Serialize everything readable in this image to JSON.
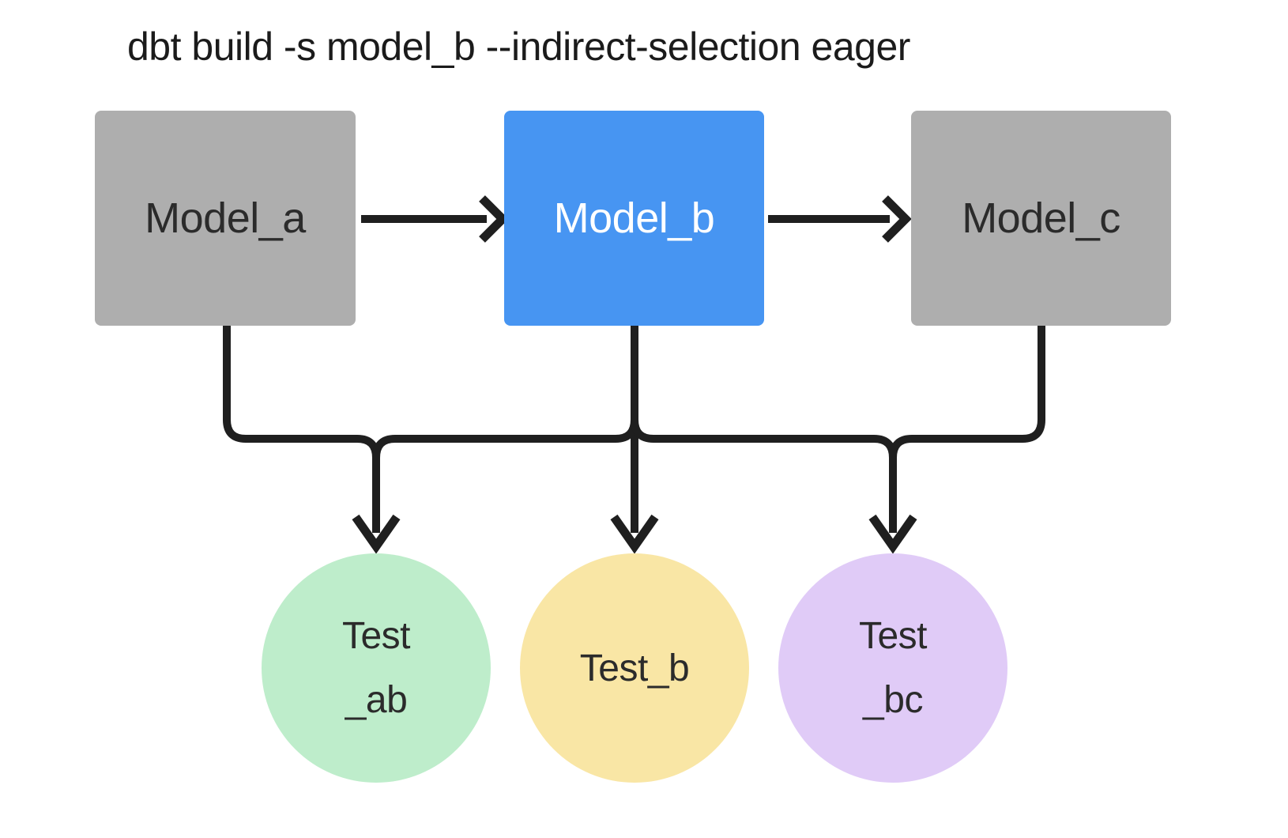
{
  "title": "dbt build -s model_b --indirect-selection eager",
  "colors": {
    "background": "#ffffff",
    "box_gray": "#AEAEAE",
    "box_blue": "#4795F2",
    "circle_green": "#BEEDCB",
    "circle_yellow": "#F9E6A5",
    "circle_purple": "#E0CBF7",
    "line": "#1F1F1F",
    "text_dark": "#2B2B2B",
    "text_light": "#FFFFFF"
  },
  "nodes": {
    "model_a": {
      "label": "Model_a"
    },
    "model_b": {
      "label": "Model_b"
    },
    "model_c": {
      "label": "Model_c"
    },
    "test_ab": {
      "line1": "Test",
      "line2": "_ab"
    },
    "test_b": {
      "label": "Test_b"
    },
    "test_bc": {
      "line1": "Test",
      "line2": "_bc"
    }
  },
  "edges": [
    {
      "from": "model_a",
      "to": "model_b"
    },
    {
      "from": "model_b",
      "to": "model_c"
    },
    {
      "from": "model_a",
      "to": "test_ab"
    },
    {
      "from": "model_b",
      "to": "test_ab"
    },
    {
      "from": "model_b",
      "to": "test_b"
    },
    {
      "from": "model_b",
      "to": "test_bc"
    },
    {
      "from": "model_c",
      "to": "test_bc"
    }
  ]
}
